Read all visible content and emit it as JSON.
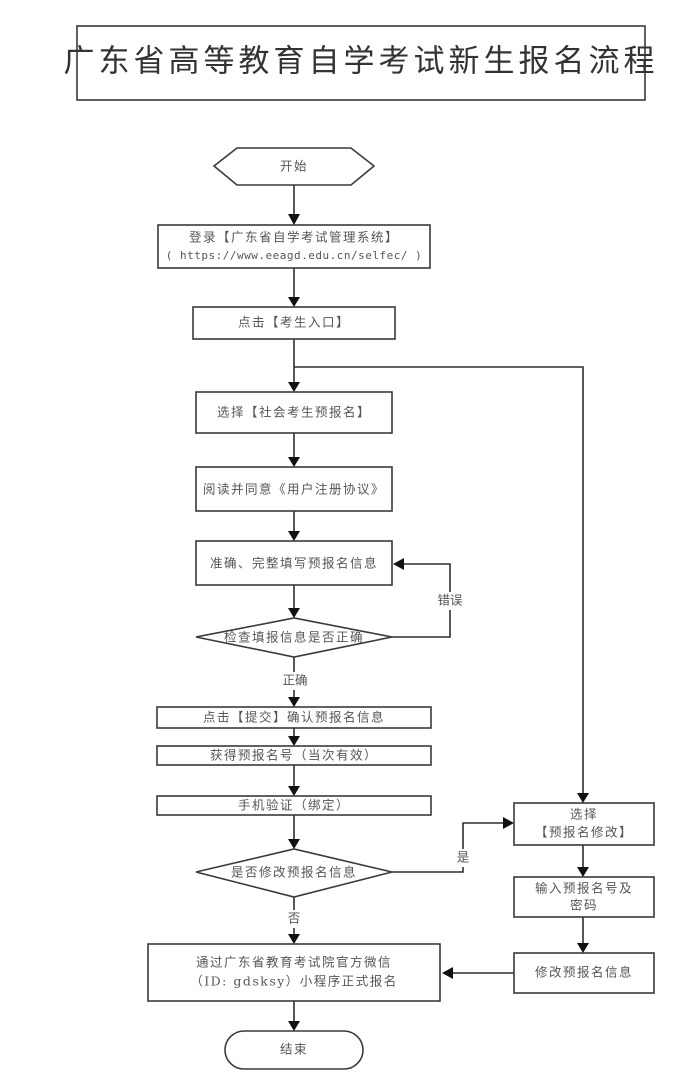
{
  "title": "广东省高等教育自学考试新生报名流程",
  "nodes": {
    "start": "开始",
    "login_line1": "登录【广东省自学考试管理系统】",
    "login_line2": "( https://www.eeagd.edu.cn/selfec/ )",
    "candidate_entry": "点击【考生入口】",
    "select_prereg": "选择【社会考生预报名】",
    "read_agree": "阅读并同意《用户注册协议》",
    "fill_info": "准确、完整填写预报名信息",
    "check_info": "检查填报信息是否正确",
    "submit": "点击【提交】确认预报名信息",
    "get_number": "获得预报名号（当次有效）",
    "phone_verify": "手机验证（绑定）",
    "modify_question": "是否修改预报名信息",
    "official_line1": "通过广东省教育考试院官方微信",
    "official_line2": "（ID: gdsksy）小程序正式报名",
    "end": "结束",
    "select_modify_line1": "选择",
    "select_modify_line2": "【预报名修改】",
    "input_number_line1": "输入预报名号及",
    "input_number_line2": "密码",
    "modify_info": "修改预报名信息"
  },
  "edge_labels": {
    "error": "错误",
    "correct": "正确",
    "yes": "是",
    "no": "否"
  }
}
